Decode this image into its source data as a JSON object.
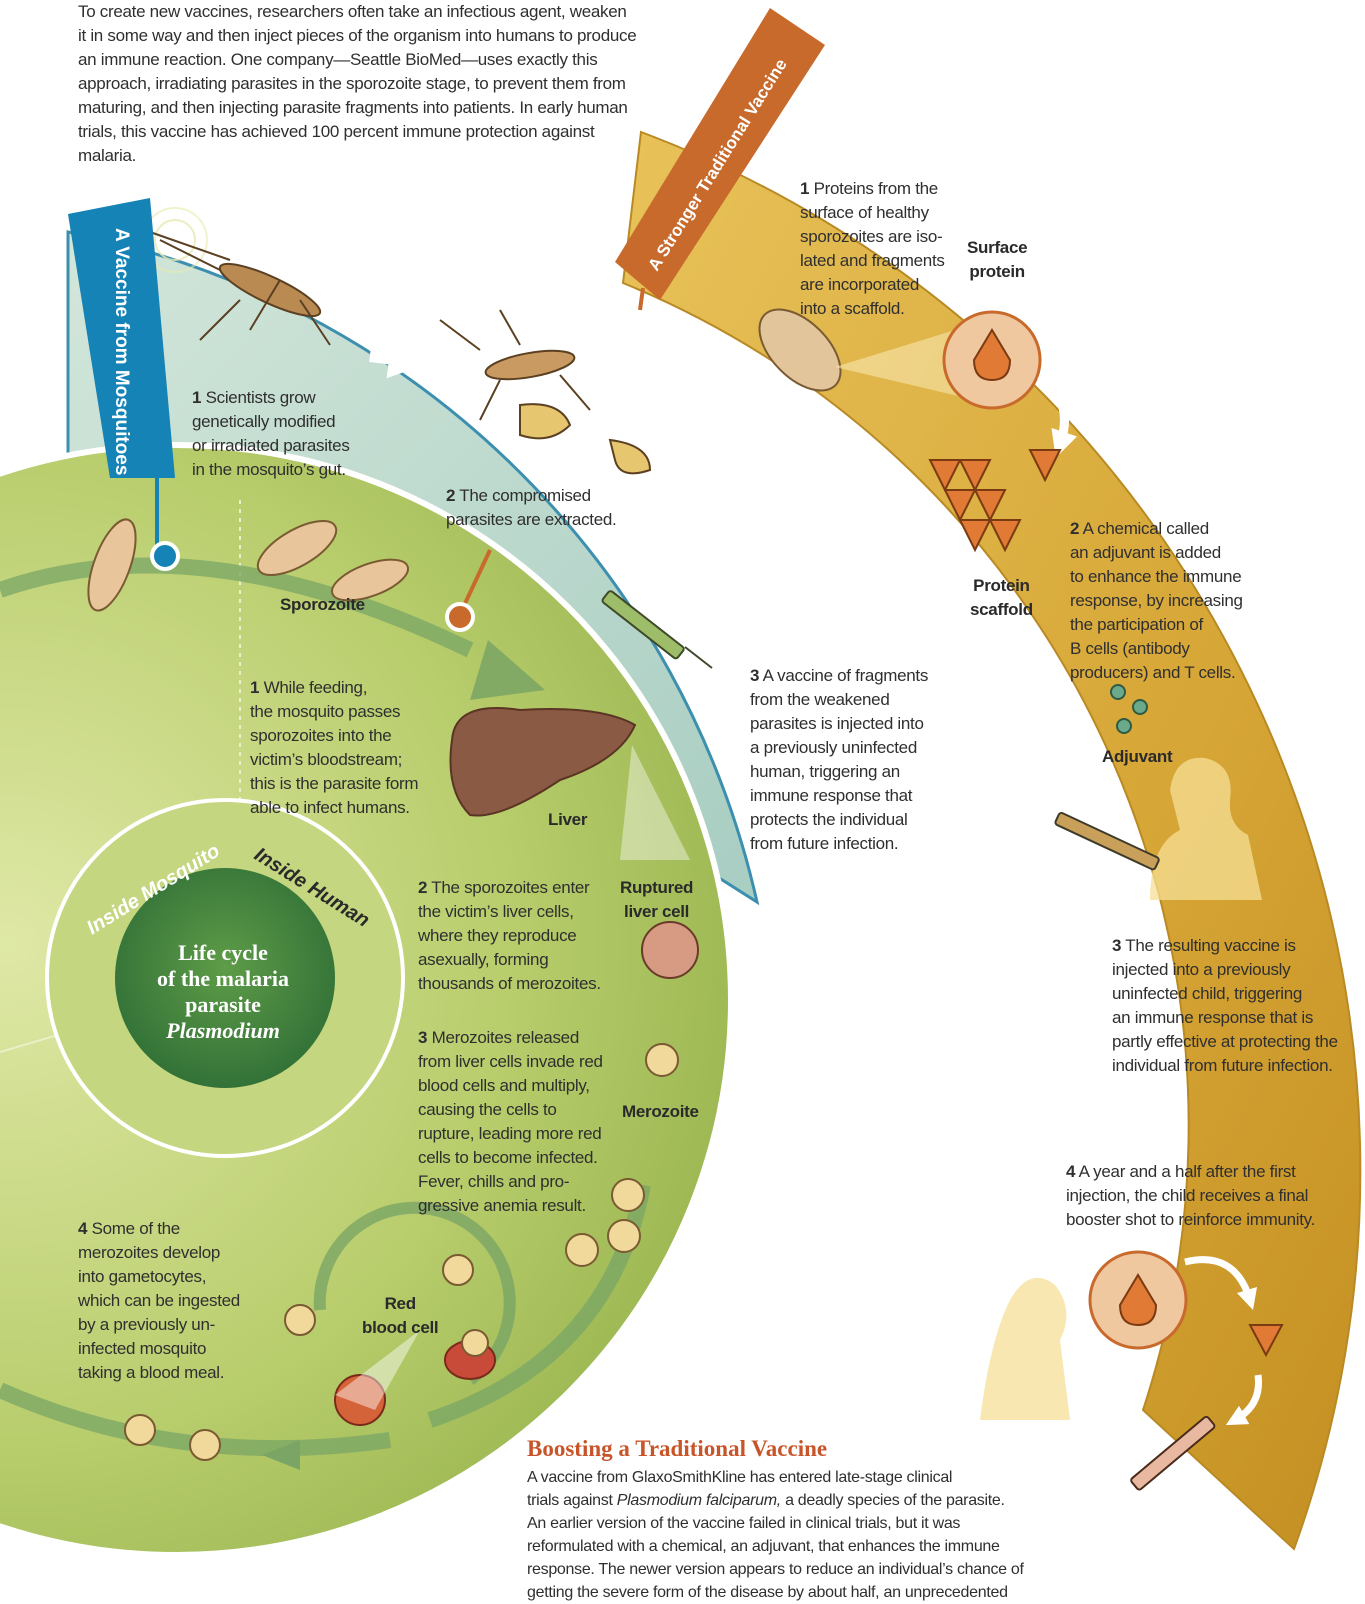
{
  "intro_text": "To create new vaccines, researchers often take an infectious agent, weaken it in some way and then inject pieces of the organism into humans to produce an immune reaction. One company—Seattle BioMed—uses exactly this approach, irradiating parasites in the sporozoite stage, to prevent them from maturing, and then injecting parasite fragments into patients. In early human trials, this vaccine has achieved 100 percent immune protection against malaria.",
  "colors": {
    "mosquito_accent": "#1583b6",
    "traditional_accent": "#c86a2c",
    "heading": "#c8552a",
    "lifecycle_green": "#a9c15a",
    "vaccine_gold": "#d9ad3b",
    "teal_band": "#b9d6cc"
  },
  "life_cycle": {
    "title_line1": "Life cycle",
    "title_line2": "of the malaria",
    "title_line3": "parasite",
    "title_species": "Plasmodium",
    "label_inside_mosquito": "Inside Mosquito",
    "label_inside_human": "Inside Human",
    "label_sporozoite": "Sporozoite",
    "label_liver": "Liver",
    "label_ruptured_cell": "Ruptured\nliver cell",
    "label_merozoite": "Merozoite",
    "label_red_blood_cell": "Red\nblood cell",
    "step1_num": "1",
    "step1_text": "While feeding,\nthe mosquito passes\nsporozoites into the\nvictim’s bloodstream;\nthis is the parasite form\nable to infect humans.",
    "step2_num": "2",
    "step2_text": "The sporozoites enter\nthe victim’s liver cells,\nwhere they reproduce\nasexually, forming\nthousands of merozoites.",
    "step3_num": "3",
    "step3_text": "Merozoites released\nfrom liver cells invade red\nblood cells and multiply,\ncausing the cells to\nrupture, leading more red\ncells to become infected.\nFever, chills and pro-\ngressive anemia result.",
    "step4_num": "4",
    "step4_text": "Some of the\nmerozoites develop\ninto gametocytes,\nwhich can be ingested\nby a previously un-\ninfected mosquito\ntaking a blood meal."
  },
  "mosquito_vaccine": {
    "banner": "A Vaccine from Mosquitoes",
    "step1_num": "1",
    "step1_text": "Scientists grow\ngenetically modified\nor irradiated parasites\nin the mosquito’s gut.",
    "step2_num": "2",
    "step2_text": "The compromised\nparasites are extracted.",
    "step3_num": "3",
    "step3_text": "A vaccine of fragments\nfrom the weakened\nparasites is injected into\na previously uninfected\nhuman, triggering an\nimmune response that\nprotects the individual\nfrom future infection."
  },
  "traditional_vaccine": {
    "banner": "A Stronger Traditional Vaccine",
    "label_surface_protein": "Surface\nprotein",
    "label_protein_scaffold": "Protein\nscaffold",
    "label_adjuvant": "Adjuvant",
    "step1_num": "1",
    "step1_text": "Proteins from the\nsurface of healthy\nsporozoites are iso-\nlated and fragments\nare incorporated\ninto a scaffold.",
    "step2_num": "2",
    "step2_text": "A chemical called\nan adjuvant is added\nto enhance the immune\nresponse, by increasing\nthe participation of\nB cells (antibody\nproducers) and T cells.",
    "step3_num": "3",
    "step3_text": "The resulting vaccine is\ninjected into a previously\nuninfected child, triggering\nan immune response that is\npartly effective at protecting the\nindividual from future infection.",
    "step4_num": "4",
    "step4_text": "A year and a half after the first\ninjection, the child receives a final\nbooster shot to reinforce immunity."
  },
  "boosting": {
    "heading": "Boosting a Traditional Vaccine",
    "text_a": "A vaccine from GlaxoSmithKline has entered late-stage clinical\ntrials against ",
    "species": "Plasmodium falciparum,",
    "text_b": " a deadly species of the parasite.\nAn earlier version of the vaccine failed in clinical trials, but it was\nreformulated with a chemical, an adjuvant, that enhances the immune\nresponse. The newer version appears to reduce an individual’s chance of\ngetting the severe form of the disease by about half, an unprecedented"
  }
}
